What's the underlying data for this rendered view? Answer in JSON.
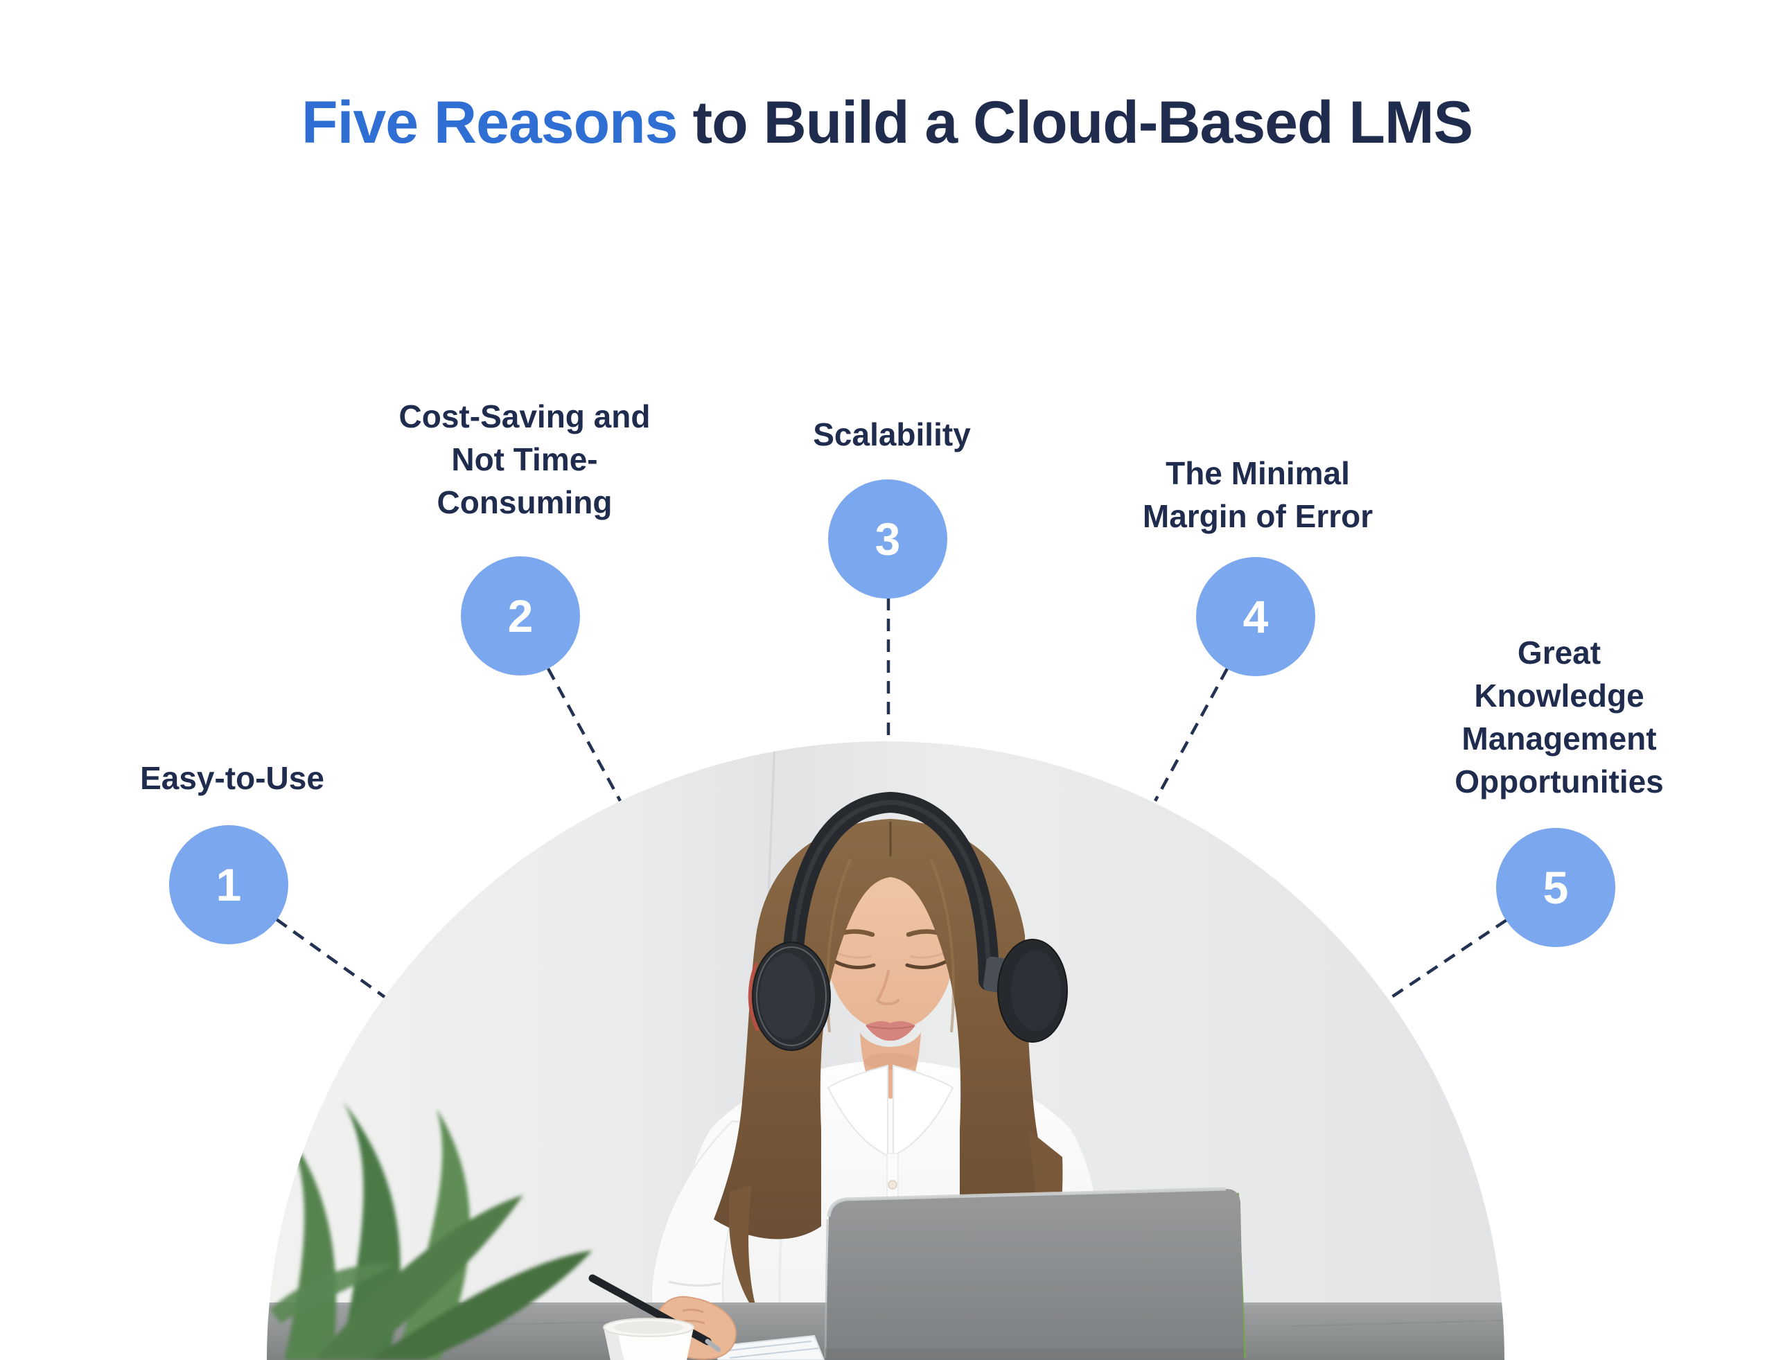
{
  "title": {
    "highlight": "Five Reasons",
    "rest": "to Build a Cloud-Based LMS"
  },
  "reasons": [
    {
      "number": "1",
      "label": "Easy-to-Use",
      "lines": [
        "Easy-to-Use"
      ]
    },
    {
      "number": "2",
      "label": "Cost-Saving and Not Time-Consuming",
      "lines": [
        "Cost-Saving and",
        "Not Time-",
        "Consuming"
      ]
    },
    {
      "number": "3",
      "label": "Scalability",
      "lines": [
        "Scalability"
      ]
    },
    {
      "number": "4",
      "label": "The Minimal Margin of Error",
      "lines": [
        "The Minimal",
        "Margin of Error"
      ]
    },
    {
      "number": "5",
      "label": "Great Knowledge Management Opportunities",
      "lines": [
        "Great",
        "Knowledge",
        "Management",
        "Opportunities"
      ]
    }
  ],
  "colors": {
    "title_accent": "#2f6fd3",
    "navy_text": "#1f2c4e",
    "circle_fill": "#7aa7ee",
    "circle_number": "#ffffff",
    "connector_line": "#243252",
    "background": "#ffffff"
  },
  "illustration": {
    "name": "woman-headphones-laptop-photo"
  }
}
